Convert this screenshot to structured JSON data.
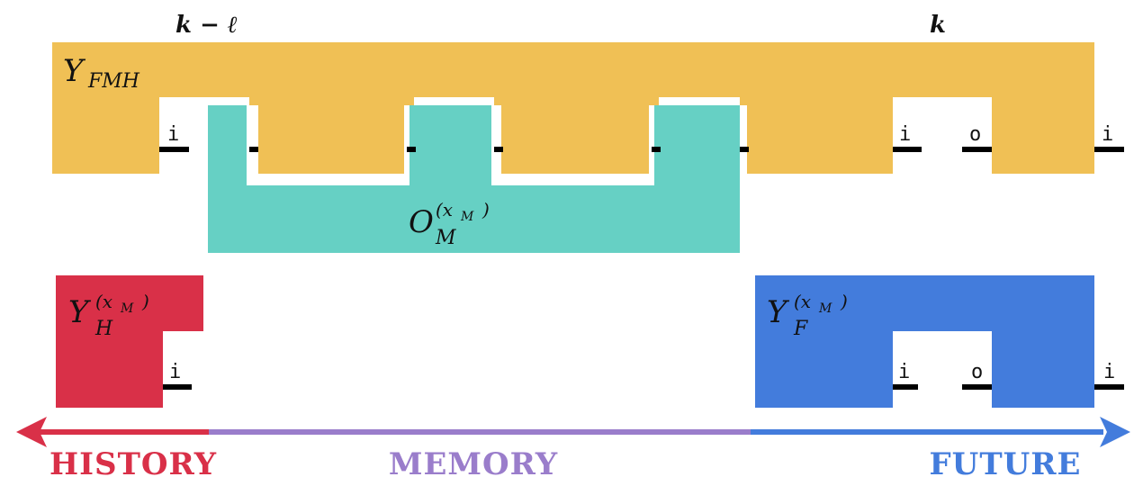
{
  "time_labels": {
    "past_time": "k − ℓ",
    "present_time": "k"
  },
  "blocks": {
    "fmh": {
      "symbol": "Υ",
      "subscript": "FMH"
    },
    "memory_op": {
      "symbol": "O",
      "subscript": "M",
      "superscript": "(x",
      "superscript_sub": "M",
      "superscript_close": ")"
    },
    "history": {
      "symbol": "Υ",
      "subscript": "H",
      "superscript": "(x",
      "superscript_sub": "M",
      "superscript_close": ")"
    },
    "future": {
      "symbol": "Υ",
      "subscript": "F",
      "superscript": "(x",
      "superscript_sub": "M",
      "superscript_close": ")"
    }
  },
  "legs": {
    "top_history_in": "i",
    "top_future_in1": "i",
    "top_future_out": "o",
    "top_future_in2": "i",
    "history_in": "i",
    "future_in1": "i",
    "future_out": "o",
    "future_in2": "i"
  },
  "timeline": {
    "history": "HISTORY",
    "memory": "MEMORY",
    "future": "FUTURE"
  },
  "colors": {
    "fmh": "#F0C055",
    "memory_op": "#66D0C4",
    "history": "#D93048",
    "memory": "#9A7DCB",
    "future": "#437CDC",
    "leg": "#000000"
  }
}
